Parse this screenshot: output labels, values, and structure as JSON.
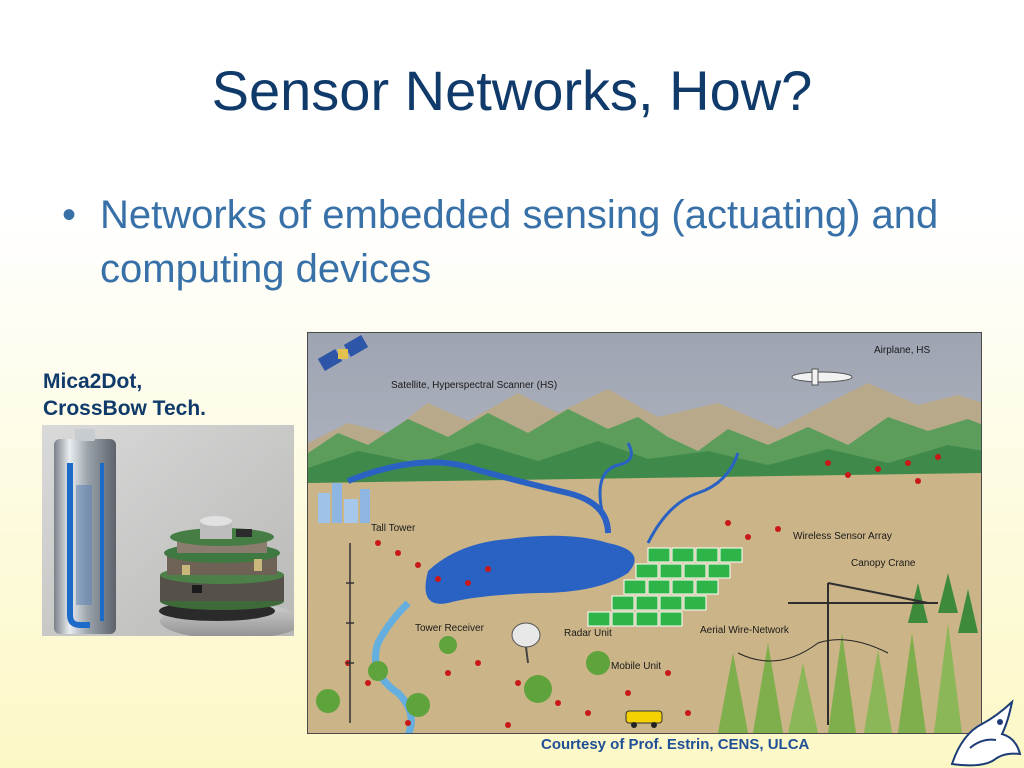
{
  "slide": {
    "title": "Sensor Networks, How?",
    "bullets": [
      "Networks of embedded sensing (actuating) and computing devices"
    ],
    "bullet_marker": "•"
  },
  "mica": {
    "caption_line1": "Mica2Dot,",
    "caption_line2": "CrossBow Tech."
  },
  "diagram": {
    "labels": {
      "satellite": "Satellite, Hyperspectral Scanner (HS)",
      "airplane": "Airplane, HS",
      "tall_tower": "Tall Tower",
      "wireless_sensor_array": "Wireless Sensor Array",
      "canopy_crane": "Canopy Crane",
      "tower_receiver": "Tower Receiver",
      "radar_unit": "Radar Unit",
      "aerial_wire_network": "Aerial Wire-Network",
      "mobile_unit": "Mobile Unit"
    },
    "icons": [
      "satellite-icon",
      "airplane-icon",
      "radar-dish-icon",
      "mobile-unit-vehicle-icon",
      "canopy-crane-icon",
      "tall-tower-icon"
    ]
  },
  "credit": {
    "text": "Courtesy of Prof. Estrin, CENS, ULCA"
  },
  "colors": {
    "title": "#0f3a6a",
    "bullet": "#3870a8",
    "credit": "#1f4f96",
    "sensor_node": "#c81818",
    "water": "#2a62c4",
    "grid_array": "#2fb44a"
  }
}
